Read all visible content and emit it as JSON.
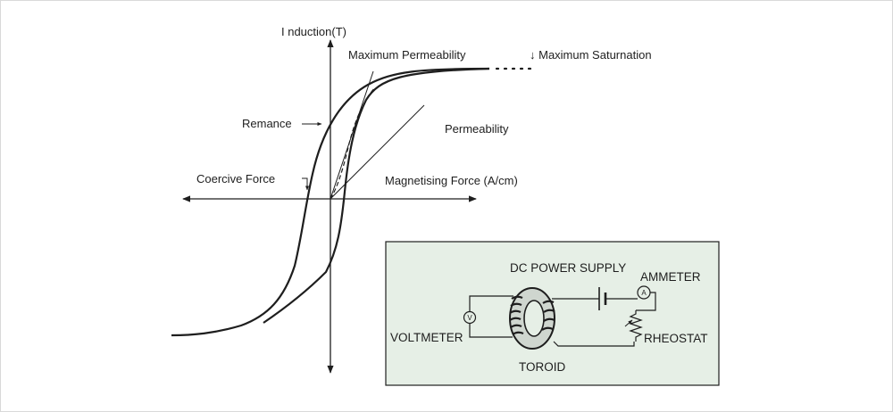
{
  "diagram": {
    "labels": {
      "y_axis": "I nduction(T)",
      "x_axis": "Magnetising Force (A/cm)",
      "max_permeability": "Maximum Permeability",
      "max_saturation": "↓ Maximum Saturnation",
      "remance": "Remance",
      "permeability": "Permeability",
      "coercive_force": "Coercive Force"
    },
    "circuit": {
      "dc_power_supply": "DC POWER SUPPLY",
      "ammeter": "AMMETER",
      "ammeter_symbol": "A",
      "voltmeter": "VOLTMETER",
      "voltmeter_symbol": "V",
      "rheostat": "RHEOSTAT",
      "toroid": "TOROID"
    },
    "colors": {
      "ink": "#1e1e1e",
      "inset_fill": "#e6efe6",
      "frame_border": "#d9d9d9"
    }
  }
}
